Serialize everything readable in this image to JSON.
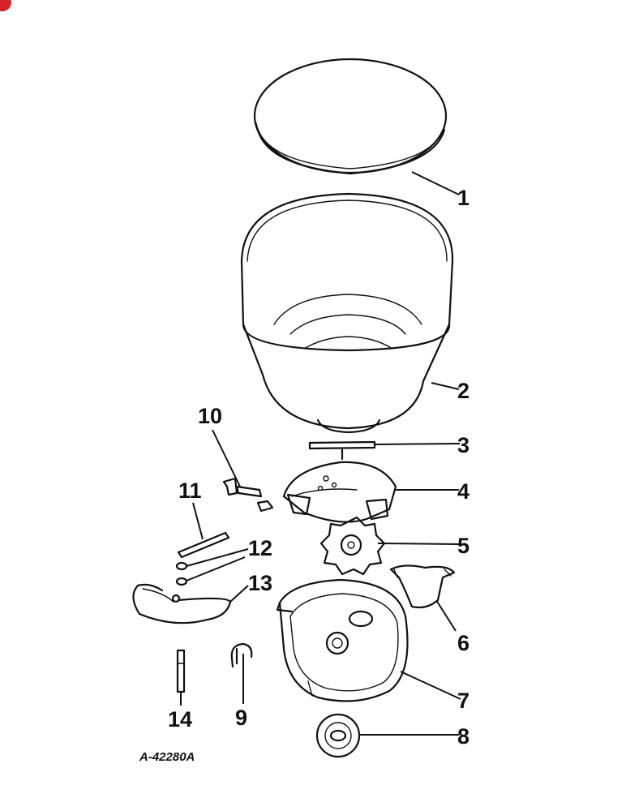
{
  "diagram": {
    "figure_code": "A-42280A",
    "callouts": [
      "1",
      "2",
      "3",
      "4",
      "5",
      "6",
      "7",
      "8",
      "9",
      "10",
      "11",
      "12",
      "13",
      "14"
    ]
  },
  "colors": {
    "ink": "#111111",
    "paper": "#ffffff",
    "corner_badge": "#d8202a"
  }
}
